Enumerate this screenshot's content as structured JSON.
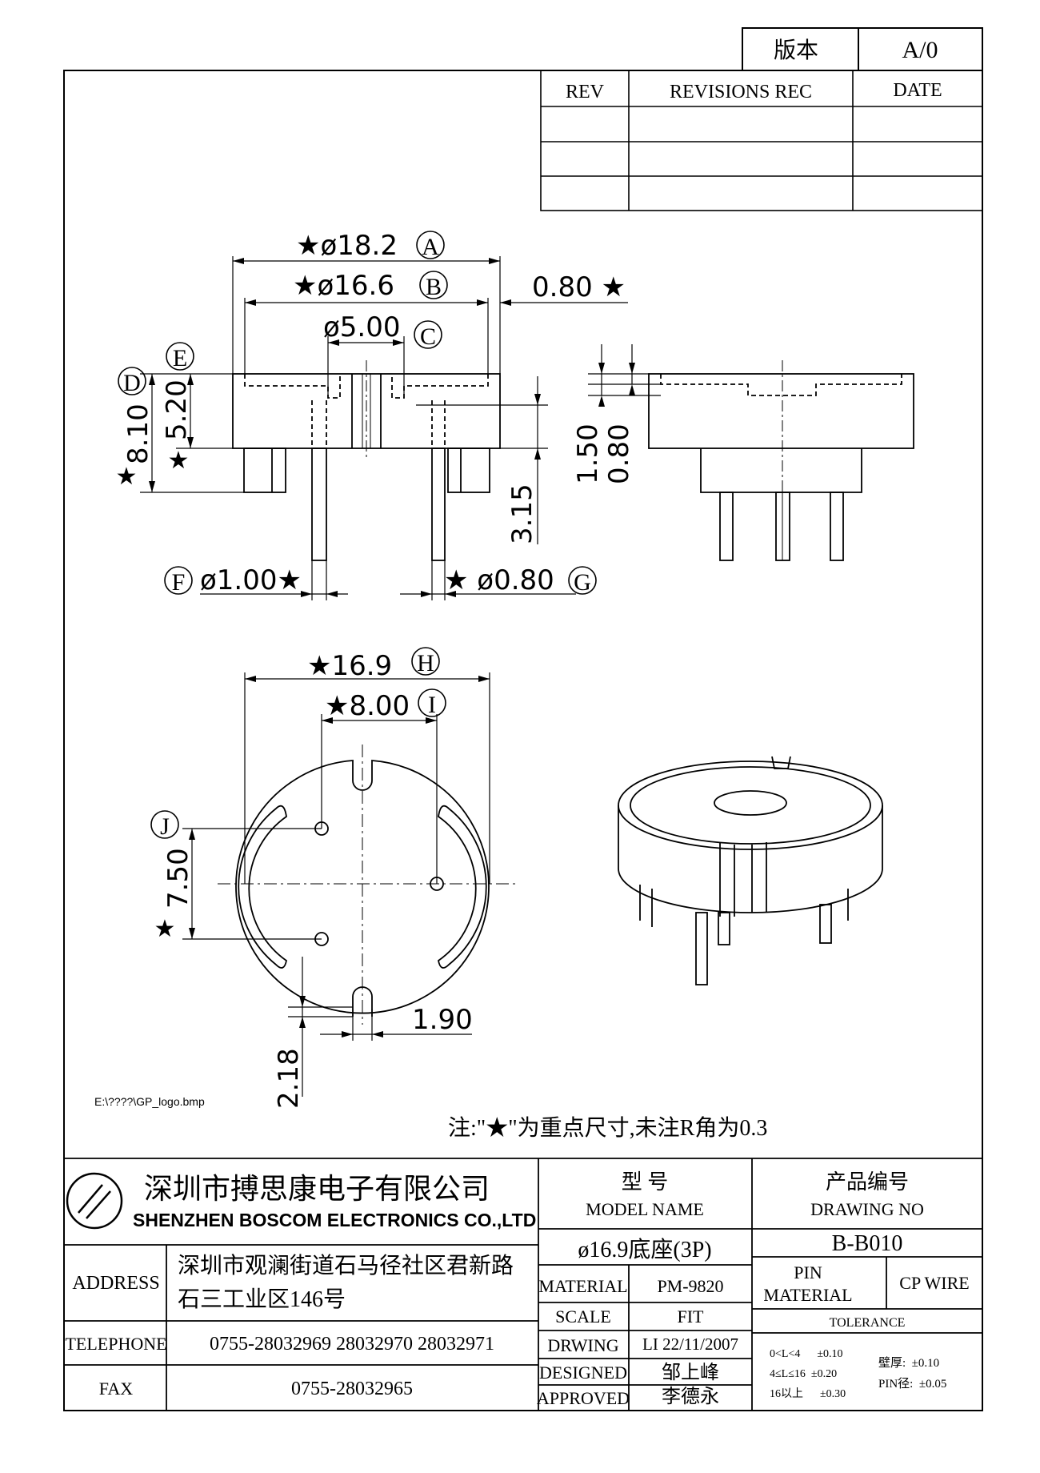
{
  "version_box": {
    "label": "版本",
    "value": "A/0"
  },
  "revisions": {
    "headers": [
      "REV",
      "REVISIONS REC",
      "DATE"
    ],
    "rows": [
      [
        "",
        "",
        ""
      ],
      [
        "",
        "",
        ""
      ],
      [
        "",
        "",
        ""
      ]
    ]
  },
  "dims": {
    "A": {
      "text": "★ø18.2",
      "tag": "A"
    },
    "B": {
      "text": "★ø16.6",
      "tag": "B"
    },
    "C": {
      "text": "ø5.00",
      "tag": "C"
    },
    "wall": "0.80 ★",
    "D": {
      "text": "8.10",
      "tag": "D",
      "star": "★"
    },
    "E": {
      "text": "5.20",
      "tag": "E",
      "star": "★"
    },
    "pin_ext": "3.15",
    "side_h1": "1.50",
    "side_h2": "0.80",
    "F": {
      "text": "ø1.00★",
      "tag": "F"
    },
    "G": {
      "text": "★ ø0.80",
      "tag": "G"
    },
    "H": {
      "text": "★16.9",
      "tag": "H"
    },
    "I": {
      "text": "★8.00",
      "tag": "I"
    },
    "J": {
      "text": "7.50",
      "tag": "J",
      "star": "★"
    },
    "slot_w": "1.90",
    "slot_d": "2.18"
  },
  "logo_path": "E:\\????\\GP_logo.bmp",
  "note": "注:\"★\"为重点尺寸,未注R角为0.3",
  "title_block": {
    "company_cn": "深圳市搏思康电子有限公司",
    "company_en": "SHENZHEN BOSCOM ELECTRONICS CO.,LTD",
    "model_label_cn": "型    号",
    "model_label_en": "MODEL NAME",
    "drawing_label_cn": "产品编号",
    "drawing_label_en": "DRAWING NO",
    "model_name": "ø16.9底座(3P)",
    "drawing_no": "B-B010",
    "address_label": "ADDRESS",
    "address_line1": "深圳市观澜街道石马径社区君新路",
    "address_line2": "石三工业区146号",
    "telephone_label": "TELEPHONE",
    "telephone": "0755-28032969 28032970 28032971",
    "fax_label": "FAX",
    "fax": "0755-28032965",
    "material_label": "MATERIAL",
    "material": "PM-9820",
    "scale_label": "SCALE",
    "scale": "FIT",
    "drwing_label": "DRWING",
    "drwing": "LI 22/11/2007",
    "designed_label": "DESIGNED",
    "designed": "邹上峰",
    "approved_label": "APPROVED",
    "approved": "李德永",
    "pin_material_label1": "PIN",
    "pin_material_label2": "MATERIAL",
    "pin_material": "CP WIRE",
    "tolerance_label": "TOLERANCE",
    "tol1": "0<L<4      ±0.10",
    "tol2": "4≤L≤16  ±0.20",
    "tol3": "16以上      ±0.30",
    "tol_wall": "壁厚:  ±0.10",
    "tol_pin": "PIN径:  ±0.05"
  }
}
